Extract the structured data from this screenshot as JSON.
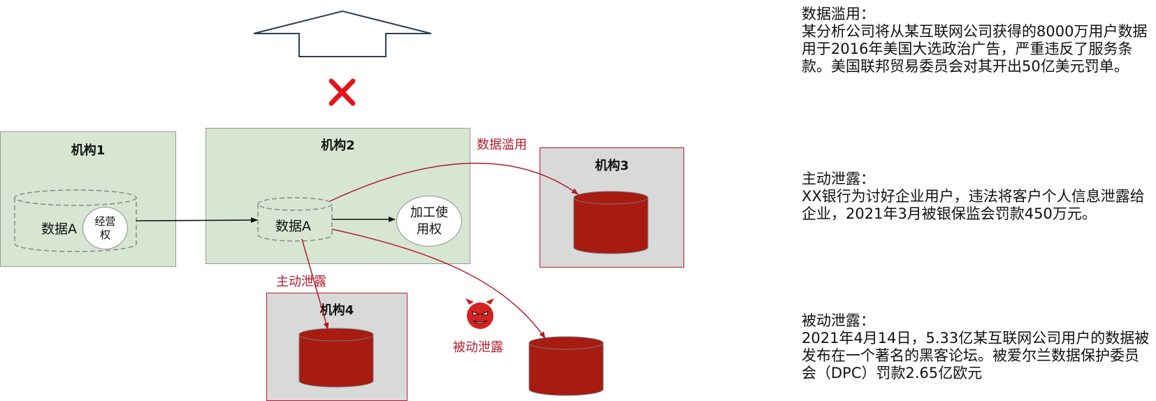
{
  "org1": {
    "title": "机构1",
    "data_label": "数据A",
    "right_label": "经营权"
  },
  "org2": {
    "title": "机构2",
    "data_label": "数据A",
    "right_label": "加工使用权"
  },
  "org3": {
    "title": "机构3"
  },
  "org4": {
    "title": "机构4"
  },
  "edges": {
    "misuse": "数据滥用",
    "active_leak": "主动泄露",
    "passive_leak": "被动泄露"
  },
  "icons": {
    "arrow": "up-arrow-outline-icon",
    "cross": "red-cross-icon",
    "devil": "devil-face-icon",
    "database": "database-cylinder-icon"
  },
  "colors": {
    "green_box": "#d7e6d3",
    "gray_box": "#d9d9d9",
    "accent_red": "#b01c2c",
    "cylinder": "#a81b10"
  },
  "cases": [
    {
      "title": "数据滥用：",
      "body": "某分析公司将从某互联网公司获得的8000万用户数据用于2016年美国大选政治广告，严重违反了服务条款。美国联邦贸易委员会对其开出50亿美元罚单。"
    },
    {
      "title": "主动泄露：",
      "body": "XX银行为讨好企业用户，违法将客户个人信息泄露给企业，2021年3月被银保监会罚款450万元。"
    },
    {
      "title": "被动泄露：",
      "body": "2021年4月14日，5.33亿某互联网公司用户的数据被发布在一个著名的黑客论坛。被爱尔兰数据保护委员会（DPC）罚款2.65亿欧元"
    }
  ]
}
